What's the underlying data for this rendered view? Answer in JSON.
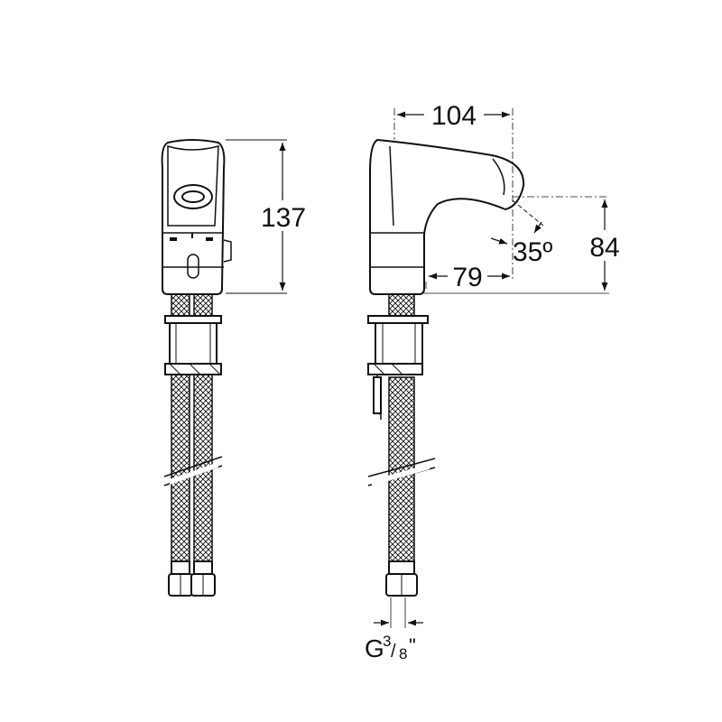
{
  "dimensions": {
    "height_total": "137",
    "spout_reach": "104",
    "spout_offset": "79",
    "spout_height": "84",
    "spout_angle": "35º",
    "thread_prefix": "G",
    "thread_num": "3",
    "thread_den": "8",
    "thread_suffix": "\""
  }
}
